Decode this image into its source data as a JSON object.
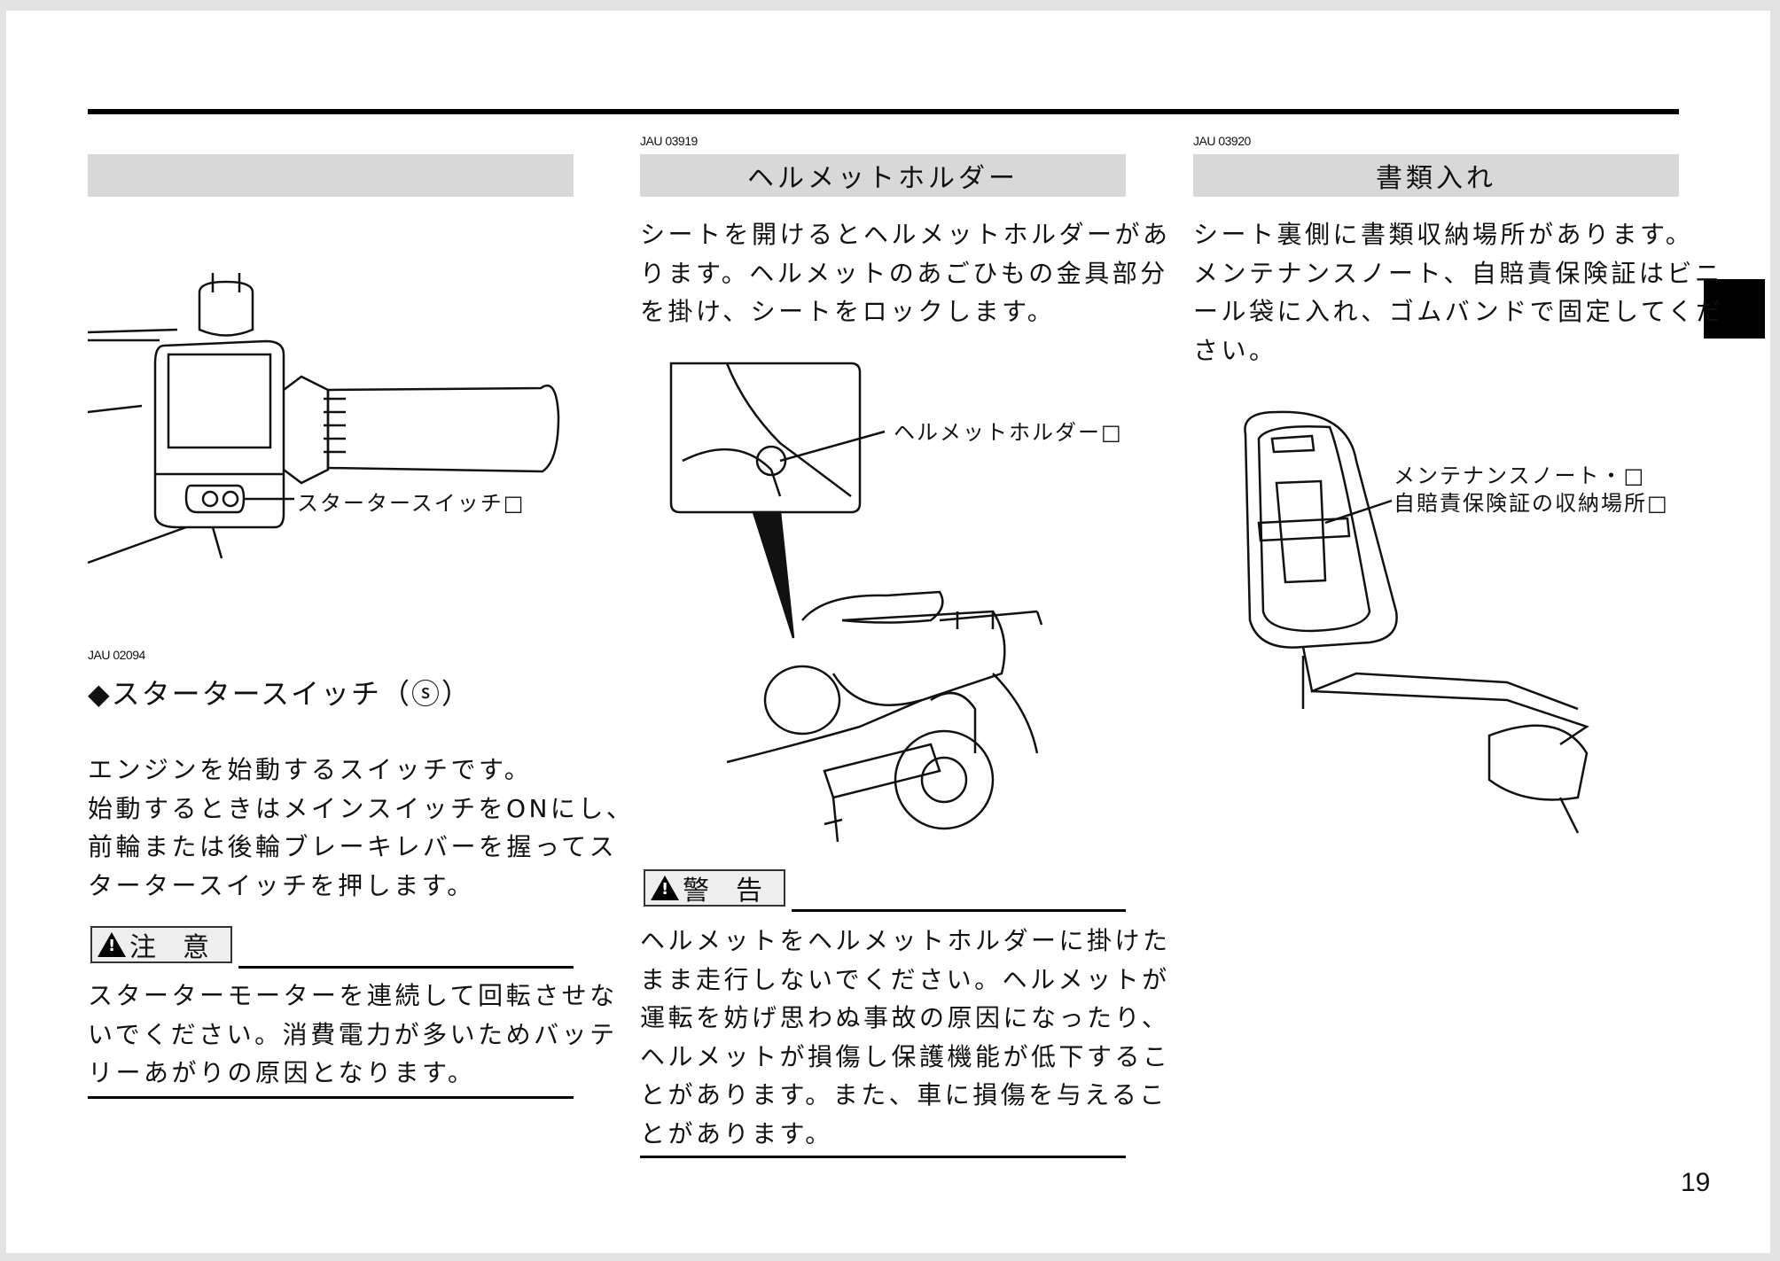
{
  "page_number": "19",
  "columns": {
    "left": {
      "illustration_label": "スタータースイッチ□",
      "section_code": "JAU 02094",
      "heading": "◆スタータースイッチ（ⓢ）",
      "body_lines": [
        "エンジンを始動するスイッチです。",
        "始動するときはメインスイッチをONにし、",
        "前輪または後輪ブレーキレバーを握ってス",
        "タータースイッチを押します。"
      ],
      "notice_label": "注　意",
      "notice_lines": [
        "スターターモーターを連続して回転させな",
        "いでください。消費電力が多いためバッテ",
        "リーあがりの原因となります。"
      ]
    },
    "middle": {
      "section_code": "JAU 03919",
      "title": "ヘルメットホルダー",
      "body_lines": [
        "シートを開けるとヘルメットホルダーがあ",
        "ります。ヘルメットのあごひもの金具部分",
        "を掛け、シートをロックします。"
      ],
      "illustration_label": "ヘルメットホルダー□",
      "notice_label": "警　告",
      "notice_lines": [
        "ヘルメットをヘルメットホルダーに掛けた",
        "まま走行しないでください。ヘルメットが",
        "運転を妨げ思わぬ事故の原因になったり、",
        "ヘルメットが損傷し保護機能が低下するこ",
        "とがあります。また、車に損傷を与えるこ",
        "とがあります。"
      ]
    },
    "right": {
      "section_code": "JAU 03920",
      "title": "書類入れ",
      "body_lines": [
        "シート裏側に書類収納場所があります。",
        "メンテナンスノート、自賠責保険証はビニ",
        "ール袋に入れ、ゴムバンドで固定してくだ",
        "さい。"
      ],
      "illustration_label_lines": [
        "メンテナンスノート・□",
        "自賠責保険証の収納場所□"
      ]
    }
  }
}
